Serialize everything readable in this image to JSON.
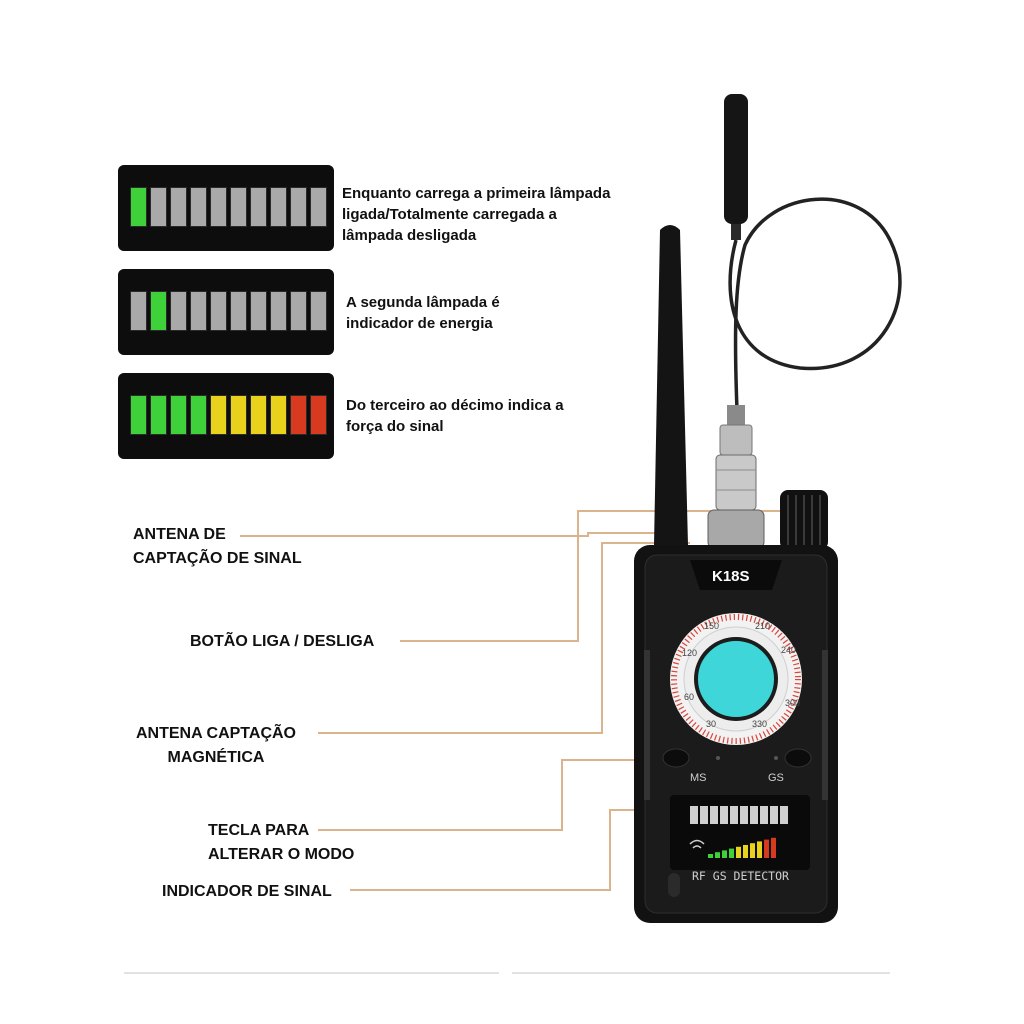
{
  "legends": [
    {
      "id": "charging",
      "text_lines": [
        "Enquanto carrega a primeira lâmpada",
        "ligada/Totalmente carregada a",
        "lâmpada desligada"
      ],
      "leds": [
        "green",
        "off",
        "off",
        "off",
        "off",
        "off",
        "off",
        "off",
        "off",
        "off"
      ]
    },
    {
      "id": "power",
      "text_lines": [
        "A segunda lâmpada é",
        "indicador de energia"
      ],
      "leds": [
        "off",
        "green",
        "off",
        "off",
        "off",
        "off",
        "off",
        "off",
        "off",
        "off"
      ]
    },
    {
      "id": "signal",
      "text_lines": [
        "Do terceiro ao décimo indica a",
        "força do sinal"
      ],
      "leds": [
        "green",
        "green",
        "green",
        "green",
        "yellow",
        "yellow",
        "yellow",
        "yellow",
        "red",
        "red"
      ]
    }
  ],
  "callouts": {
    "antenna_signal": [
      "ANTENA DE",
      "CAPTAÇÃO DE SINAL"
    ],
    "power_button": "BOTÃO LIGA / DESLIGA",
    "antenna_magnetic": [
      "ANTENA CAPTAÇÃO",
      "MAGNÉTICA"
    ],
    "mode_key": [
      "TECLA PARA",
      "ALTERAR O MODO"
    ],
    "signal_indicator": "INDICADOR DE SINAL"
  },
  "device": {
    "model": "K18S",
    "dial_numbers": [
      "150",
      "210",
      "240",
      "300",
      "330",
      "30",
      "60",
      "120"
    ],
    "ms_label": "MS",
    "gs_label": "GS",
    "detector_label": "RF GS DETECTOR"
  },
  "colors": {
    "green": "#3ed13a",
    "yellow": "#e8d21c",
    "red": "#d83a1f",
    "off": "#a9a9a9",
    "lens": "#3fd6d9",
    "callout_line": "#d9b48c"
  }
}
